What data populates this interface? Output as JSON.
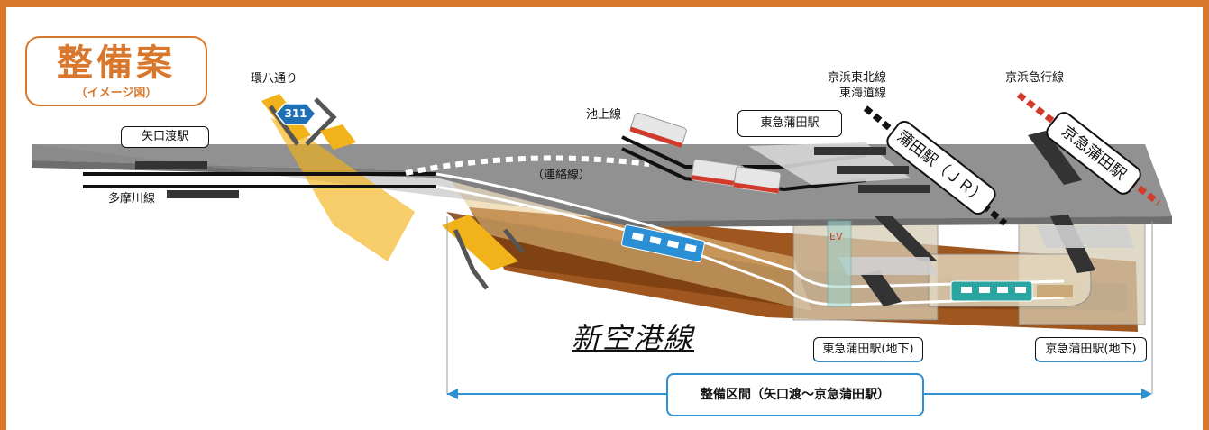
{
  "title": {
    "main": "整備案",
    "sub": "（イメージ図）"
  },
  "labels": {
    "kannana": "環八通り",
    "route_number": "311",
    "yaguchinowatashi": "矢口渡駅",
    "tamagawa": "多摩川線",
    "ikegami": "池上線",
    "renraku": "（連絡線）",
    "tokyu_kamata": "東急蒲田駅",
    "keihin_tohoku": "京浜東北線",
    "tokaido": "東海道線",
    "keikyu": "京浜急行線",
    "kamata_jr": "蒲田駅（ＪＲ）",
    "keikyu_kamata": "京急蒲田駅",
    "tokyu_kamata_ug": "東急蒲田駅(地下)",
    "keikyu_kamata_ug": "京急蒲田駅(地下)",
    "ev": "EV"
  },
  "new_line": "新空港線",
  "section": "整備区間（矢口渡～京急蒲田駅）",
  "colors": {
    "frame": "#d9782d",
    "accent_blue": "#2f8fd0",
    "route_badge": "#1f6fb5",
    "road_yellow": "#f2b21a",
    "tunnel_brown": "#8a4a1a"
  }
}
